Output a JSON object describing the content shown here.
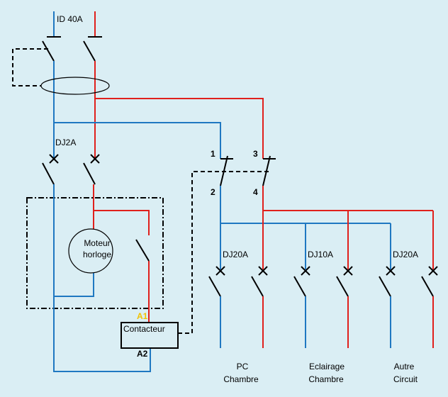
{
  "colors": {
    "background": "#daeef4",
    "phase": "#e0201c",
    "neutral": "#1f78c1",
    "terminal_a1": "#f2c200"
  },
  "labels": {
    "main_breaker": "ID 40A",
    "clock_breaker": "DJ2A",
    "motor_line1": "Moteur",
    "motor_line2": "horloge",
    "contactor": "Contacteur",
    "terminal_a1": "A1",
    "terminal_a2": "A2",
    "contact_1": "1",
    "contact_2": "2",
    "contact_3": "3",
    "contact_4": "4",
    "breaker_pc": "DJ20A",
    "breaker_lighting": "DJ10A",
    "breaker_other": "DJ20A"
  },
  "circuits": [
    {
      "line1": "PC",
      "line2": "Chambre"
    },
    {
      "line1": "Eclairage",
      "line2": "Chambre"
    },
    {
      "line1": "Autre",
      "line2": "Circuit"
    }
  ]
}
